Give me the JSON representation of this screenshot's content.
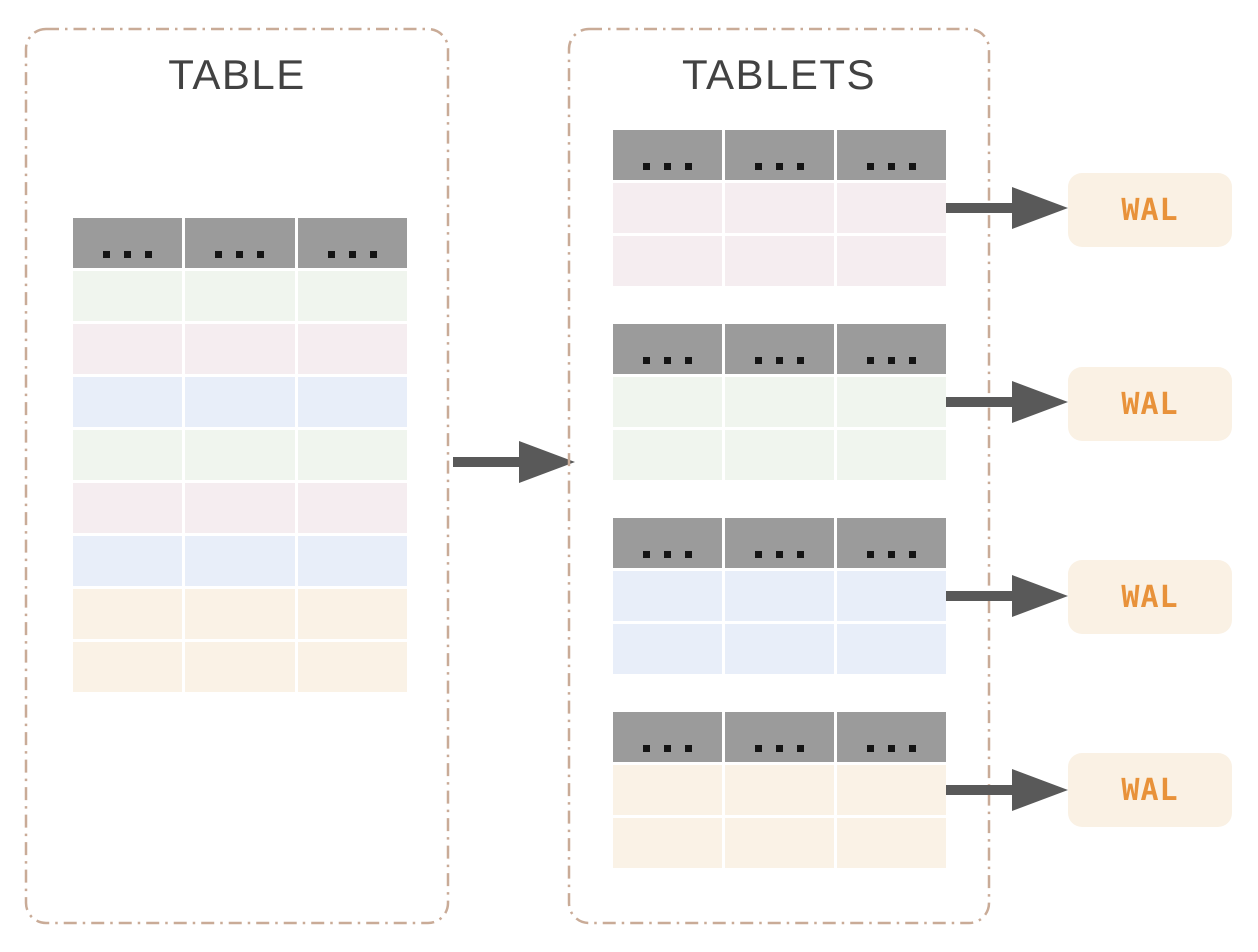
{
  "colors": {
    "background": "#ffffff",
    "panel_border": "#c9ab97",
    "title_text": "#424242",
    "header_gray": "#9b9b9b",
    "dot_black": "#141414",
    "arrow_gray": "#595959",
    "wal_bg": "#faf1e4",
    "wal_text": "#e8923a",
    "row_green": "#f0f5ee",
    "row_pink": "#f5edf0",
    "row_blue": "#e8eef9",
    "row_orange": "#faf2e6"
  },
  "icons": {
    "ellipsis-icon": "three-black-squares",
    "arrow-right-icon": "solid-right-arrow"
  },
  "left_panel": {
    "title": "TABLE",
    "table": {
      "columns": 3,
      "rows": [
        "green",
        "pink",
        "blue",
        "green",
        "pink",
        "blue",
        "orange",
        "orange"
      ]
    }
  },
  "right_panel": {
    "title": "TABLETS",
    "tablets": [
      {
        "table": {
          "columns": 3,
          "rows": [
            "pink",
            "pink"
          ]
        },
        "wal": {
          "label": "WAL"
        }
      },
      {
        "table": {
          "columns": 3,
          "rows": [
            "green",
            "green"
          ]
        },
        "wal": {
          "label": "WAL"
        }
      },
      {
        "table": {
          "columns": 3,
          "rows": [
            "blue",
            "blue"
          ]
        },
        "wal": {
          "label": "WAL"
        }
      },
      {
        "table": {
          "columns": 3,
          "rows": [
            "orange",
            "orange"
          ]
        },
        "wal": {
          "label": "WAL"
        }
      }
    ]
  }
}
